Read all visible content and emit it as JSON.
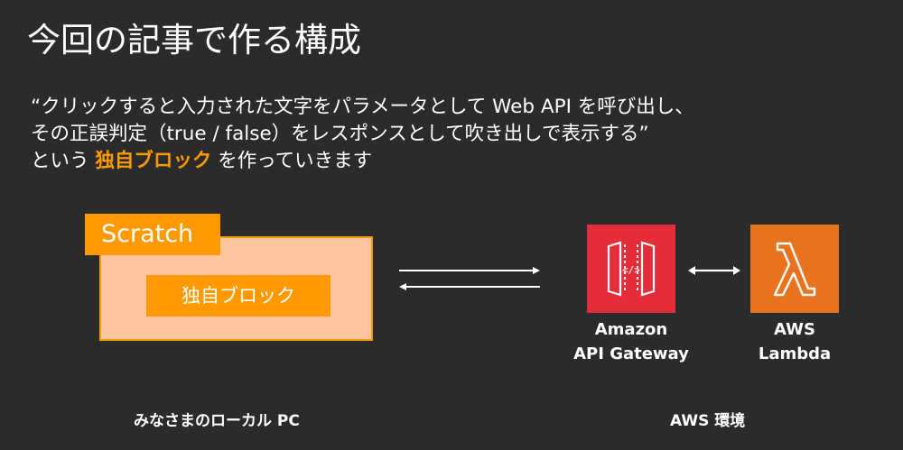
{
  "slide": {
    "title": "今回の記事で作る構成",
    "description": {
      "line1": "“クリックすると入力された文字をパラメータとして Web API を呼び出し、",
      "line2": "その正誤判定（true / false）をレスポンスとして吹き出しで表示する”",
      "line3_prefix": "という ",
      "line3_highlight": "独自ブロック",
      "line3_suffix": " を作っていきます"
    }
  },
  "local": {
    "app_label": "Scratch",
    "block_label": "独自ブロック",
    "footer": "みなさまのローカル PC"
  },
  "aws": {
    "apigw_line1": "Amazon",
    "apigw_line2": "API Gateway",
    "lambda_line1": "AWS",
    "lambda_line2": "Lambda",
    "footer": "AWS 環境",
    "apigw_color": "#e52d3a",
    "lambda_color": "#e8731e"
  },
  "colors": {
    "accent": "#ff9900",
    "scratch_fill": "#ffc4a0",
    "background": "#2b2b2b"
  },
  "icons": {
    "apigw": "api-gateway-icon",
    "lambda": "lambda-icon"
  }
}
